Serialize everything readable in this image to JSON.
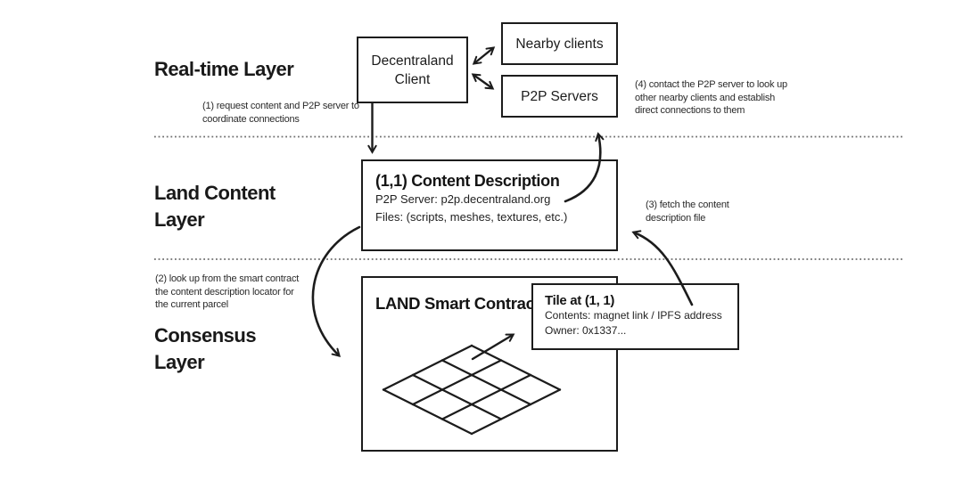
{
  "colors": {
    "ink": "#1c1c1c",
    "box_border": "#1c1c1c",
    "dotted_divider": "#6e6e6e",
    "background": "#ffffff"
  },
  "layer_labels": {
    "realtime": "Real-time Layer",
    "land_content": "Land Content\nLayer",
    "consensus": "Consensus\nLayer"
  },
  "boxes": {
    "client": {
      "label": "Decentraland\nClient"
    },
    "nearby": {
      "label": "Nearby clients"
    },
    "p2p": {
      "label": "P2P Servers"
    },
    "content": {
      "title": "(1,1) Content Description",
      "server_line": "P2P Server: p2p.decentraland.org",
      "files_line": "Files: (scripts, meshes, textures, etc.)"
    },
    "land": {
      "title": "LAND Smart Contract"
    },
    "tile": {
      "title": "Tile at (1, 1)",
      "contents_line": "Contents: magnet link / IPFS address",
      "owner_line": "Owner: 0x1337..."
    }
  },
  "annotations": {
    "step1": "(1) request content and P2P server to\ncoordinate connections",
    "step2": "(2) look up from the smart contract\nthe content description locator for\nthe current parcel",
    "step3": "(3) fetch the content\ndescription file",
    "step4": "(4) contact the P2P server to look up\nother nearby clients and establish\ndirect connections to them"
  }
}
